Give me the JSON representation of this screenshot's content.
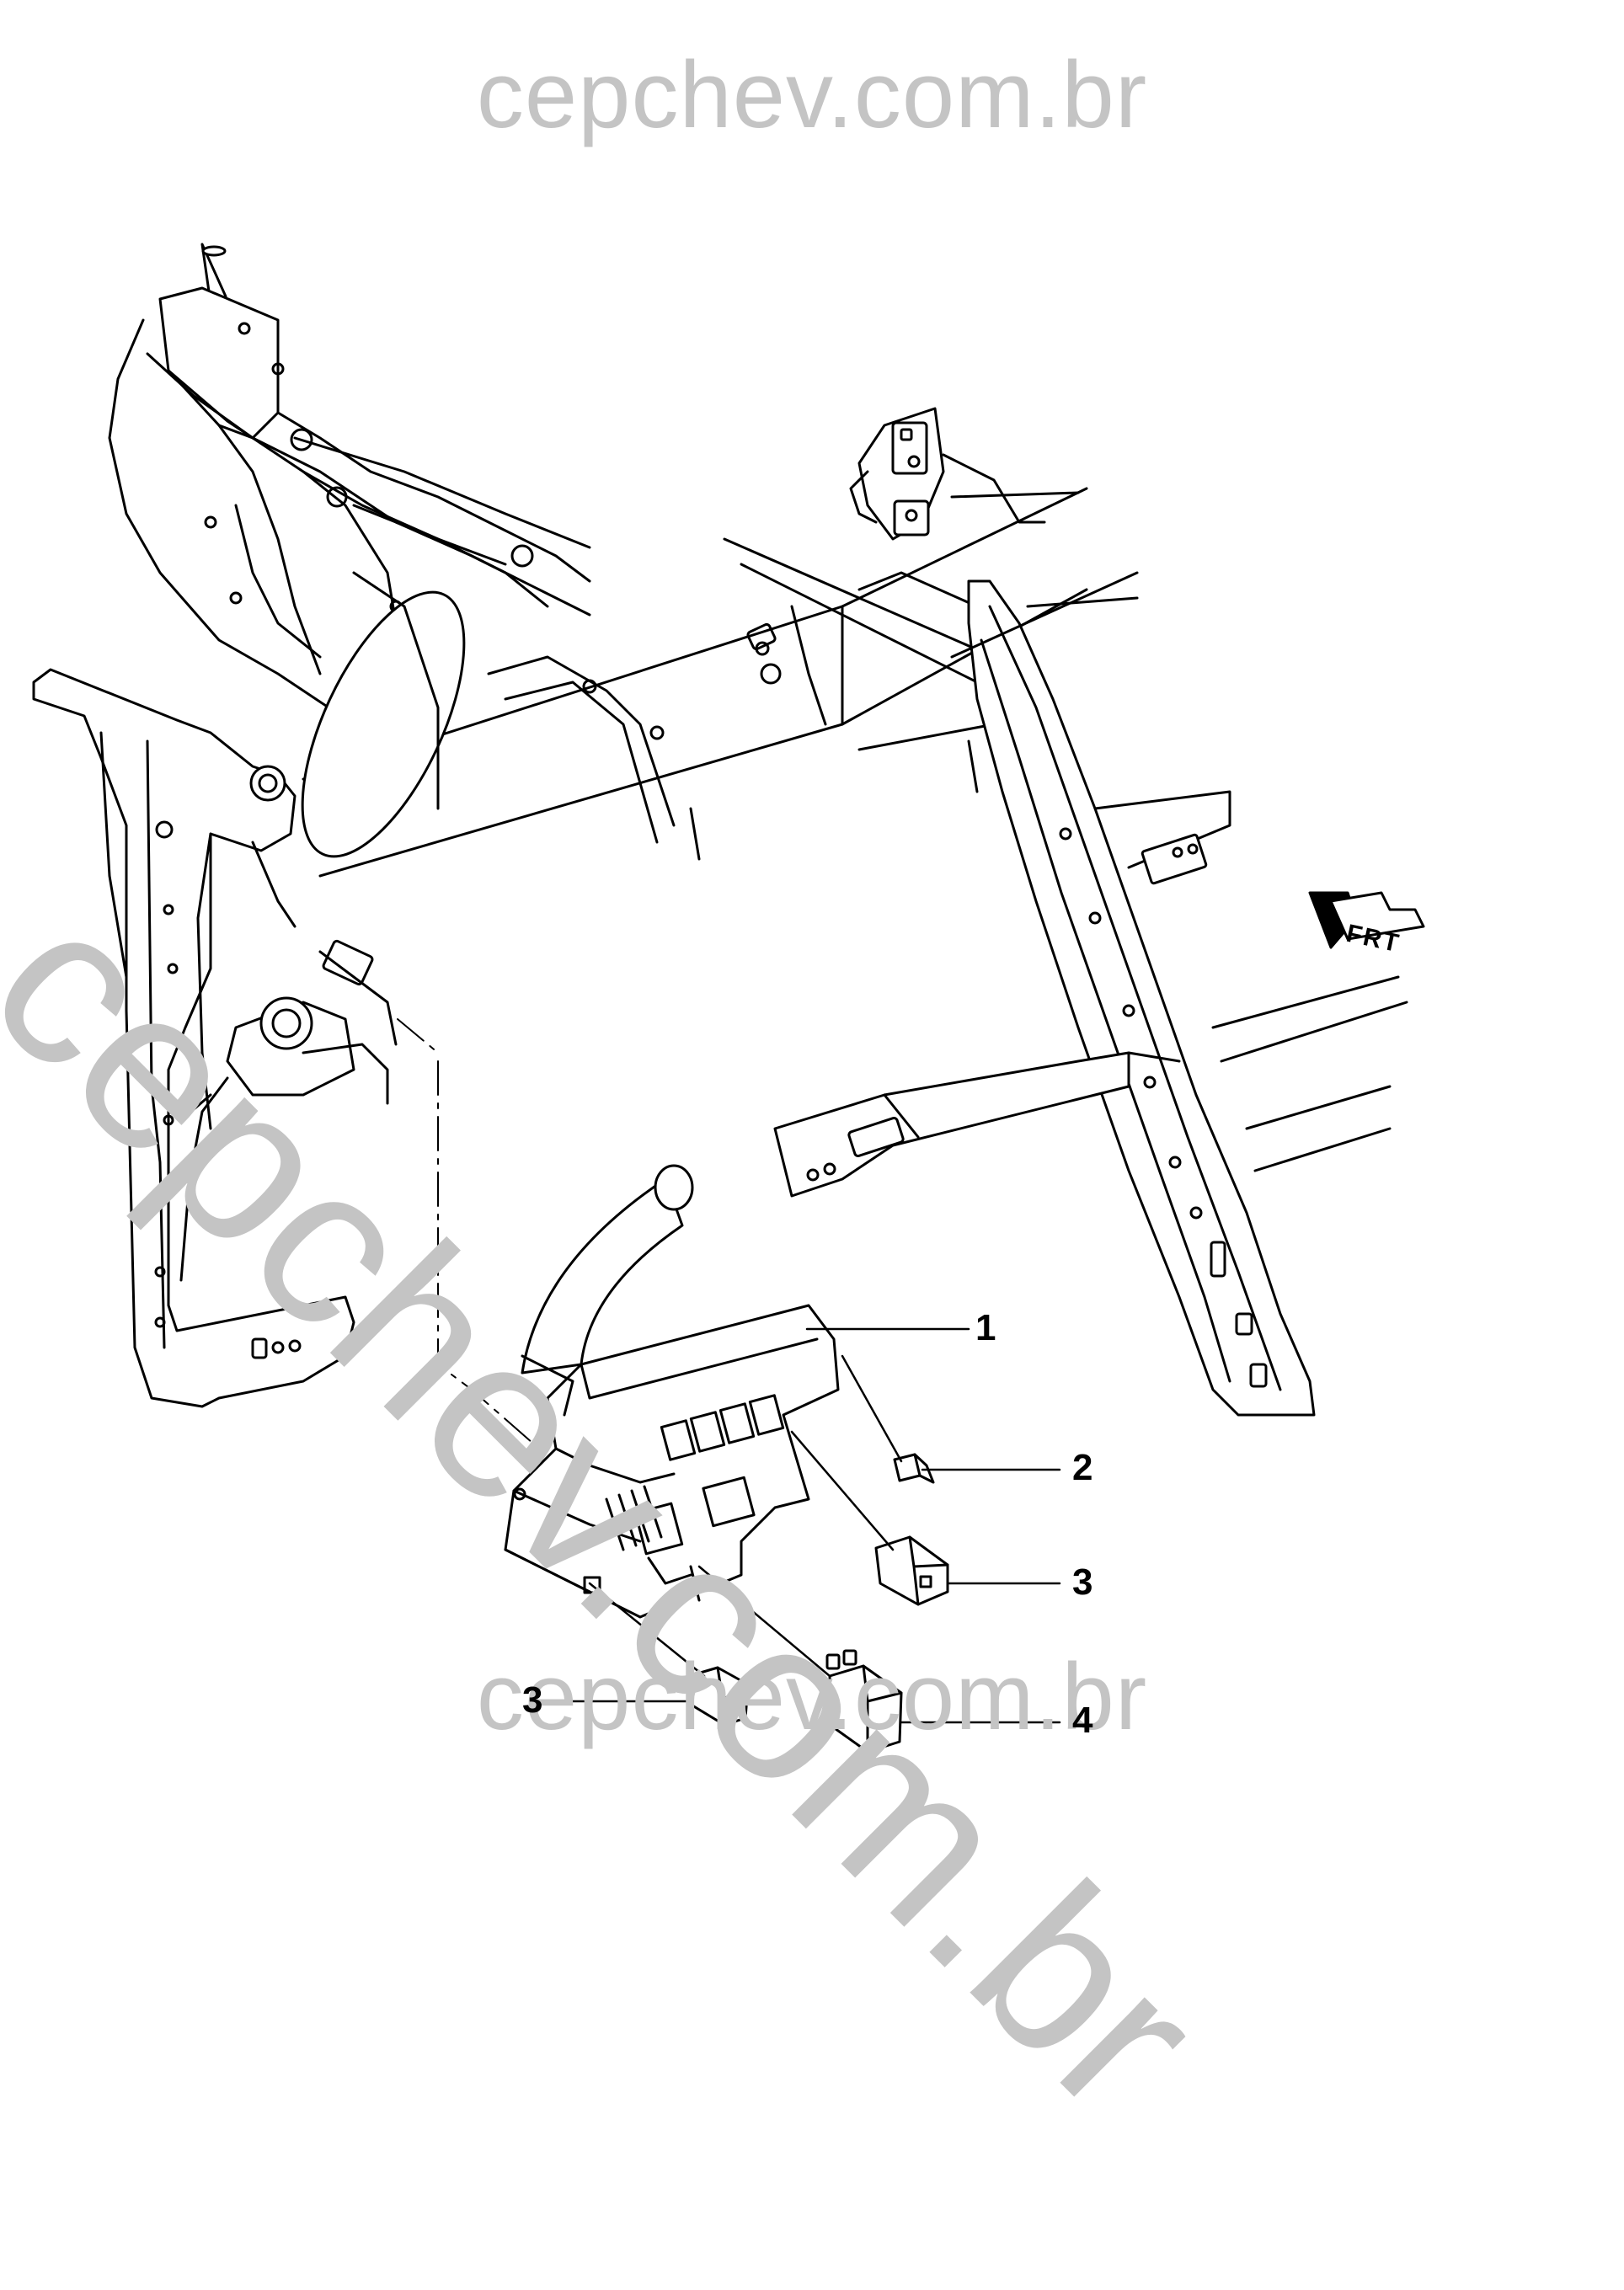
{
  "watermark": {
    "top": "cepchev.com.br",
    "diagonal": "cepchev.com.br",
    "bottom": "cepchev.com.br"
  },
  "orientation_marker": "FRT",
  "callouts": [
    {
      "id": "1",
      "label": "1"
    },
    {
      "id": "2",
      "label": "2"
    },
    {
      "id": "3a",
      "label": "3"
    },
    {
      "id": "3b",
      "label": "3"
    },
    {
      "id": "4",
      "label": "4"
    }
  ]
}
